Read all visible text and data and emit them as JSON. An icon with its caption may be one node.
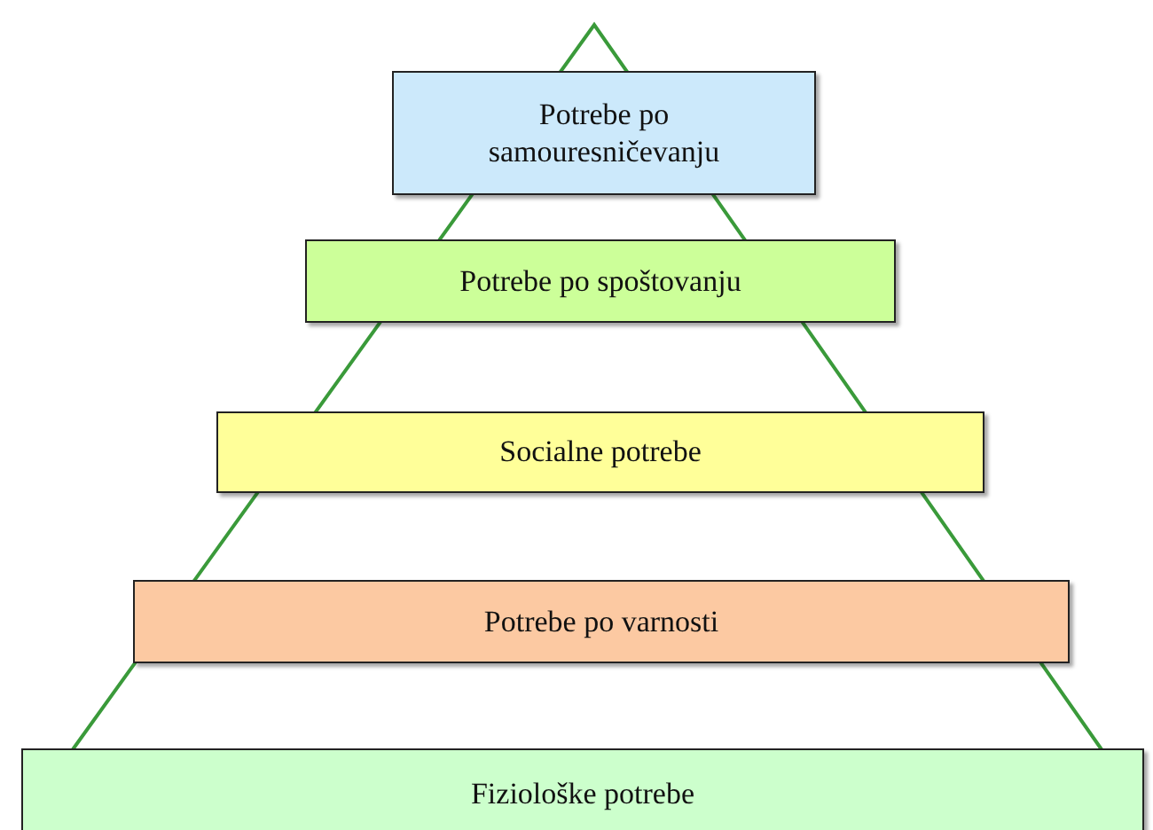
{
  "diagram": {
    "nodes": [
      {
        "text": [
          "Potrebe po samouresničevanju"
        ]
      },
      {
        "text": [
          "Potrebe po spoštovanju"
        ]
      },
      {
        "text": [
          "Socialne potrebe"
        ]
      },
      {
        "text": [
          "Potrebe po varnosti"
        ]
      },
      {
        "text": [
          "Fiziološke potrebe"
        ]
      }
    ]
  }
}
